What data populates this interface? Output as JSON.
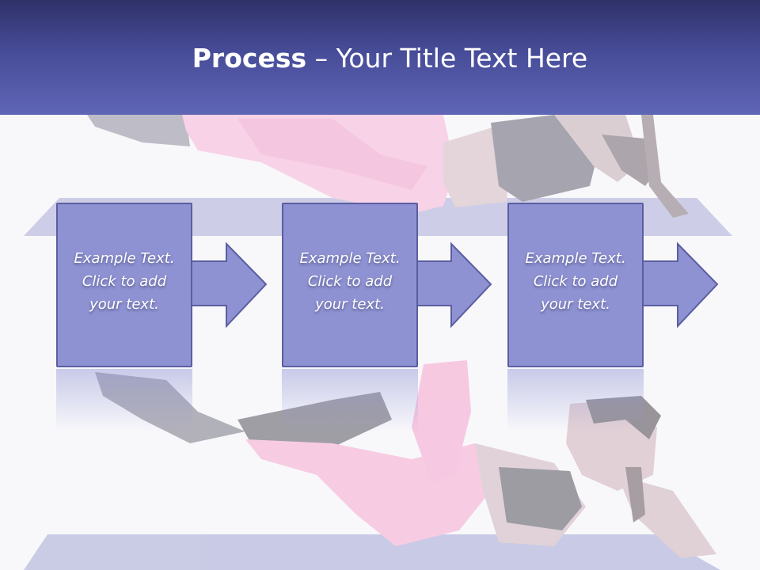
{
  "slide": {
    "title_bold": "Process",
    "title_rest": " – Your Title Text Here"
  },
  "process": {
    "steps": [
      {
        "text": "Example Text.\nClick  to add\nyour text."
      },
      {
        "text": "Example Text.\nClick  to add\nyour text."
      },
      {
        "text": "Example Text.\nClick  to add\nyour text."
      }
    ]
  },
  "colors": {
    "header_dark": "#2e3168",
    "header_light": "#6066b6",
    "box_fill": "#8e92d2",
    "box_border": "#5a5ea0",
    "leggings": "#f29ac8"
  }
}
